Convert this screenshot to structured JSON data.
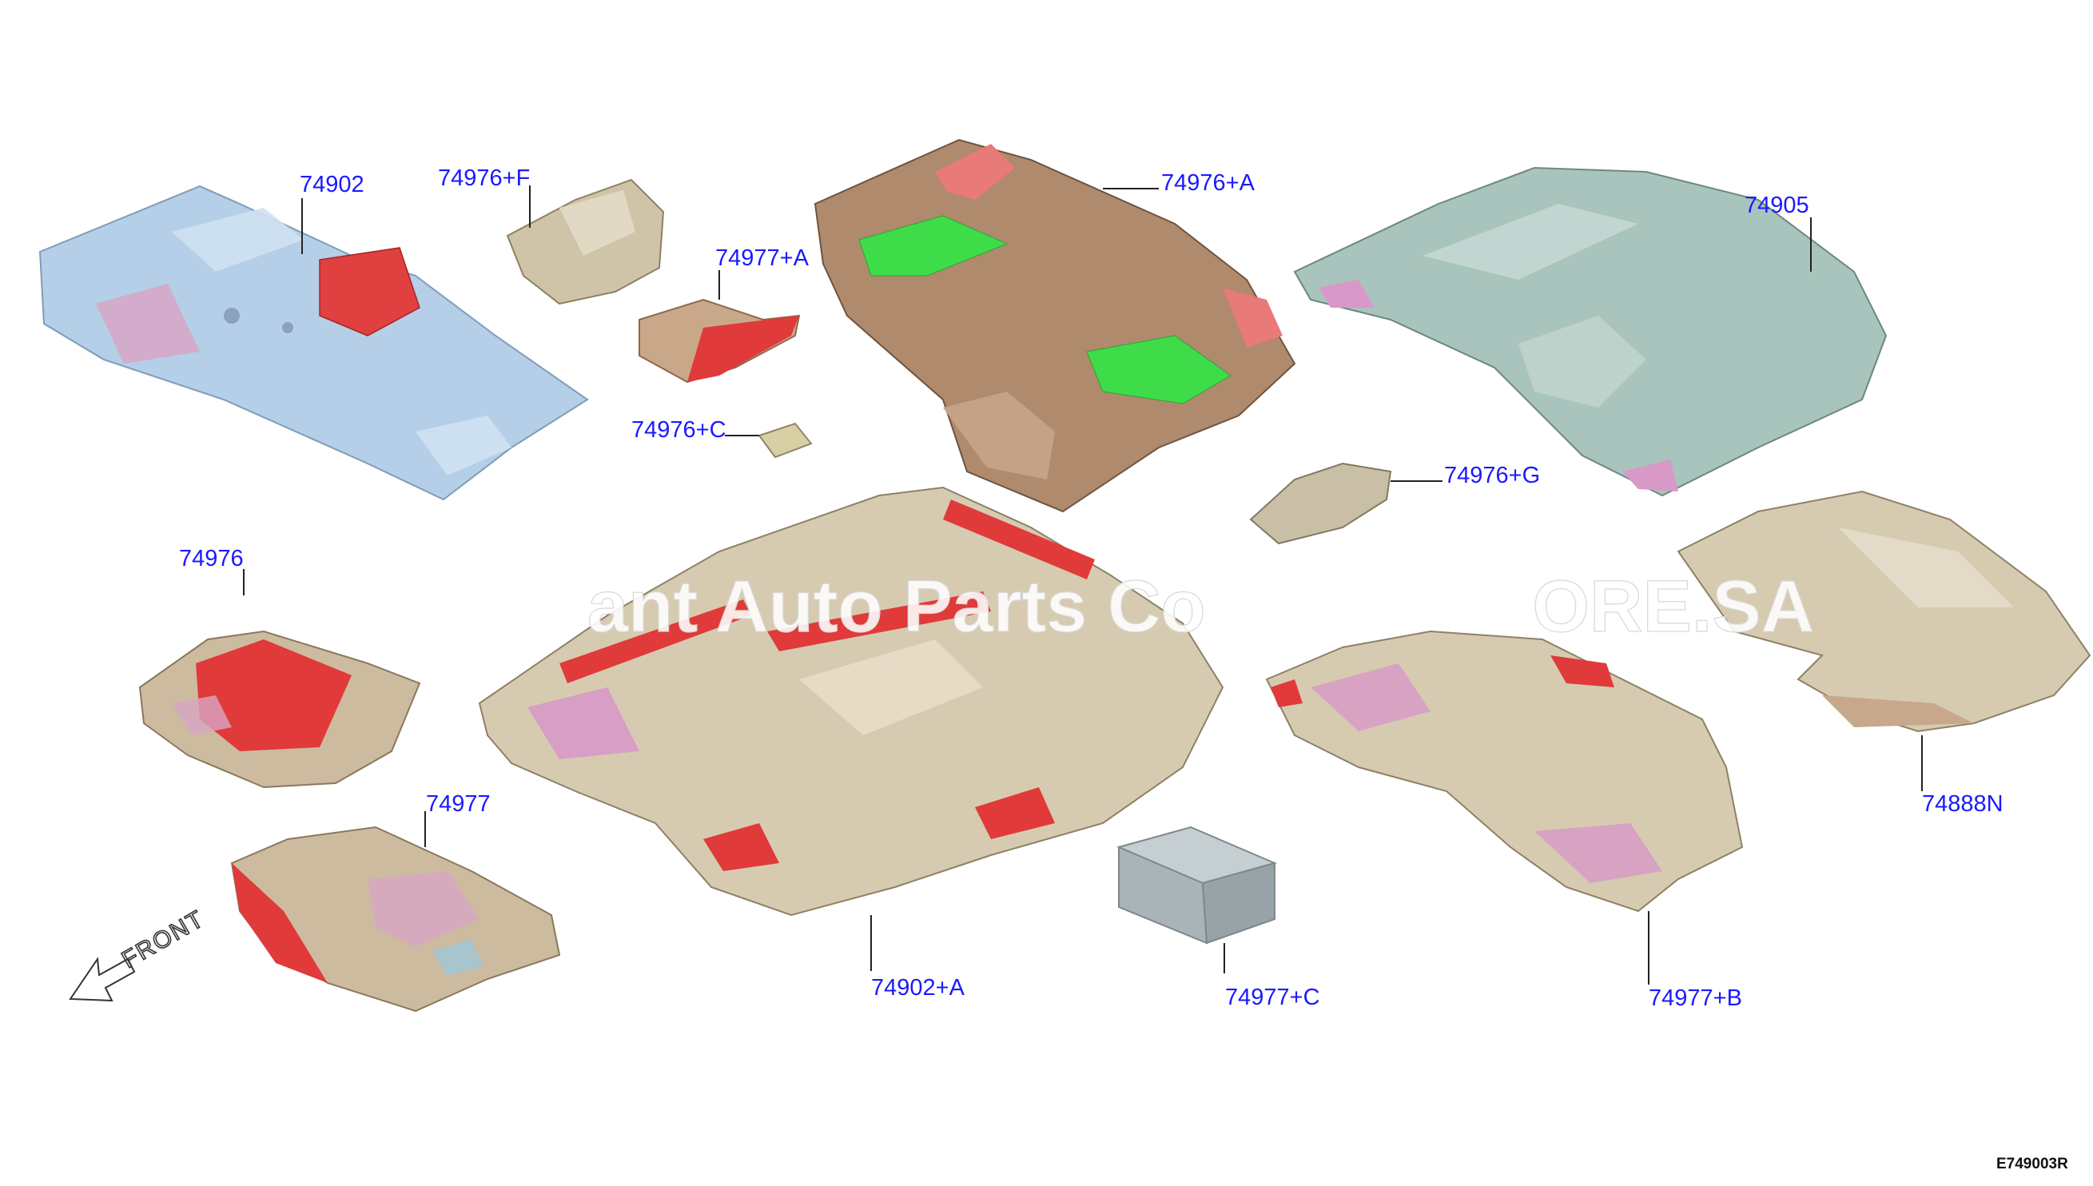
{
  "diagram": {
    "watermark": "ant Auto Parts Co                ORE.SA",
    "front_label": "FRONT",
    "diagram_code": "E749003R",
    "callouts": {
      "c74902": "74902",
      "c74976F": "74976+F",
      "c74977A": "74977+A",
      "c74976A": "74976+A",
      "c74905": "74905",
      "c74976C": "74976+C",
      "c74976G": "74976+G",
      "c74976": "74976",
      "c74977": "74977",
      "c74888N": "74888N",
      "c74902A": "74902+A",
      "c74977C": "74977+C",
      "c74977B": "74977+B"
    },
    "colors": {
      "callout_blue": "#1a1aff",
      "insulator_blue": "#b5cfe8",
      "carpet_brown": "#b08a6c",
      "carpet_tan": "#d6cbb0",
      "carpet_gray_green": "#a9c4bc",
      "accent_red": "#e03a3a",
      "accent_green": "#3fdc4a",
      "accent_pink": "#d899c8",
      "box_gray": "#a9b4b8"
    }
  }
}
